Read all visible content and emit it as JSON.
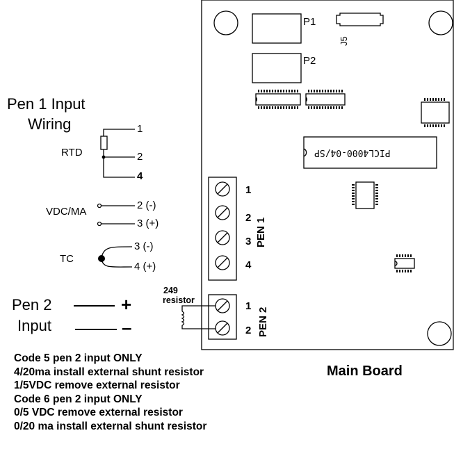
{
  "left": {
    "pen1_title_line1": "Pen 1 Input",
    "pen1_title_line2": "Wiring",
    "rtd_label": "RTD",
    "rtd_terminals": [
      "1",
      "2",
      "4"
    ],
    "vdc_label": "VDC/MA",
    "vdc_terminals": [
      "2 (-)",
      "3 (+)"
    ],
    "tc_label": "TC",
    "tc_terminals": [
      "3 (-)",
      "4 (+)"
    ],
    "pen2_title_line1": "Pen 2",
    "pen2_title_line2": "Input",
    "plus_sign": "+",
    "minus_sign": "–",
    "resistor_line1": "249",
    "resistor_line2": "resistor"
  },
  "board": {
    "caption": "Main Board",
    "connector_labels": [
      "P1",
      "P2"
    ],
    "j5_label": "J5",
    "chip_label": "PICL4000-04/SP",
    "pen1_label": "PEN 1",
    "pen1_terminals": [
      "1",
      "2",
      "3",
      "4"
    ],
    "pen2_label": "PEN 2",
    "pen2_terminals": [
      "1",
      "2"
    ]
  },
  "notes": [
    "Code 5 pen 2 input ONLY",
    "4/20ma install external shunt resistor",
    "1/5VDC remove external resistor",
    "Code 6 pen 2 input ONLY",
    "0/5 VDC remove external resistor",
    "0/20 ma install external shunt resistor"
  ]
}
